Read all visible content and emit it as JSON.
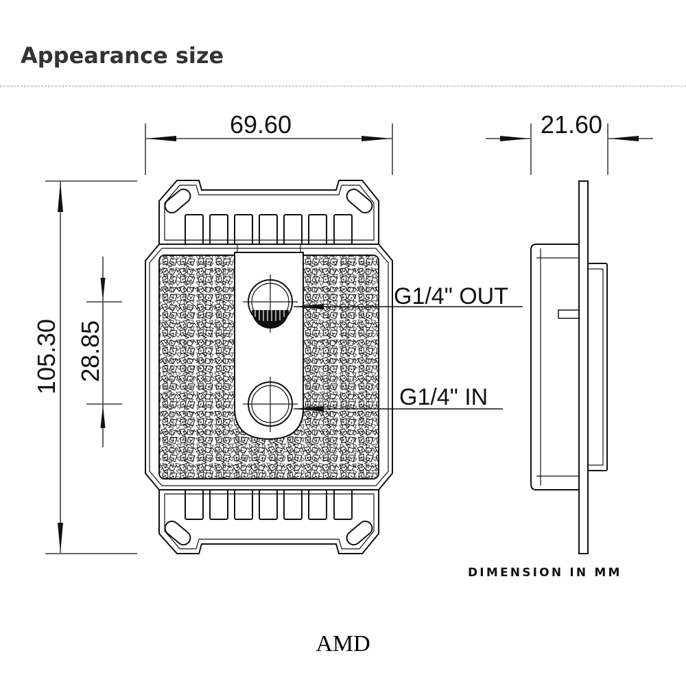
{
  "header": {
    "title": "Appearance size"
  },
  "dimensions": {
    "width": "69.60",
    "depth": "21.60",
    "height": "105.30",
    "port_spacing": "28.85"
  },
  "ports": {
    "out_label": "G1/4\" OUT",
    "in_label": "G1/4\" IN"
  },
  "notes": {
    "unit_note": "DIMENSION IN MM"
  },
  "caption": {
    "text": "AMD"
  },
  "colors": {
    "line": "#111111",
    "divider": "#9a9a9a",
    "title": "#333333"
  }
}
